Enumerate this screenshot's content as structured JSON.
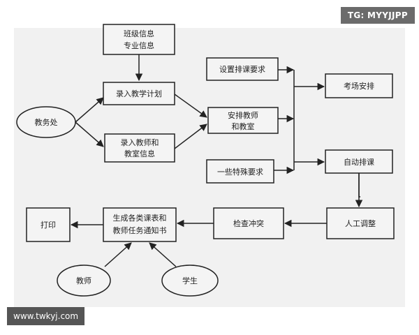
{
  "watermarks": {
    "top_right": "TG: MYYJJPP",
    "bottom_left": "www.twkyj.com"
  },
  "nodes": {
    "class_info": [
      "班级信息",
      "专业信息"
    ],
    "teaching_plan": [
      "录入教学计划"
    ],
    "academic_office": [
      "教务处"
    ],
    "teacher_room_info": [
      "录入教师和",
      "教室信息"
    ],
    "arrange_teacher_room": [
      "安排教师",
      "和教室"
    ],
    "course_requirements": [
      "设置排课要求"
    ],
    "special_requirements": [
      "一些特殊要求"
    ],
    "exam_arrangement": [
      "考场安排"
    ],
    "auto_schedule": [
      "自动排课"
    ],
    "manual_adjust": [
      "人工调整"
    ],
    "check_conflict": [
      "检查冲突"
    ],
    "generate_tables": [
      "生成各类课表和",
      "教师任务通知书"
    ],
    "print": [
      "打印"
    ],
    "teacher": [
      "教师"
    ],
    "student": [
      "学生"
    ]
  }
}
